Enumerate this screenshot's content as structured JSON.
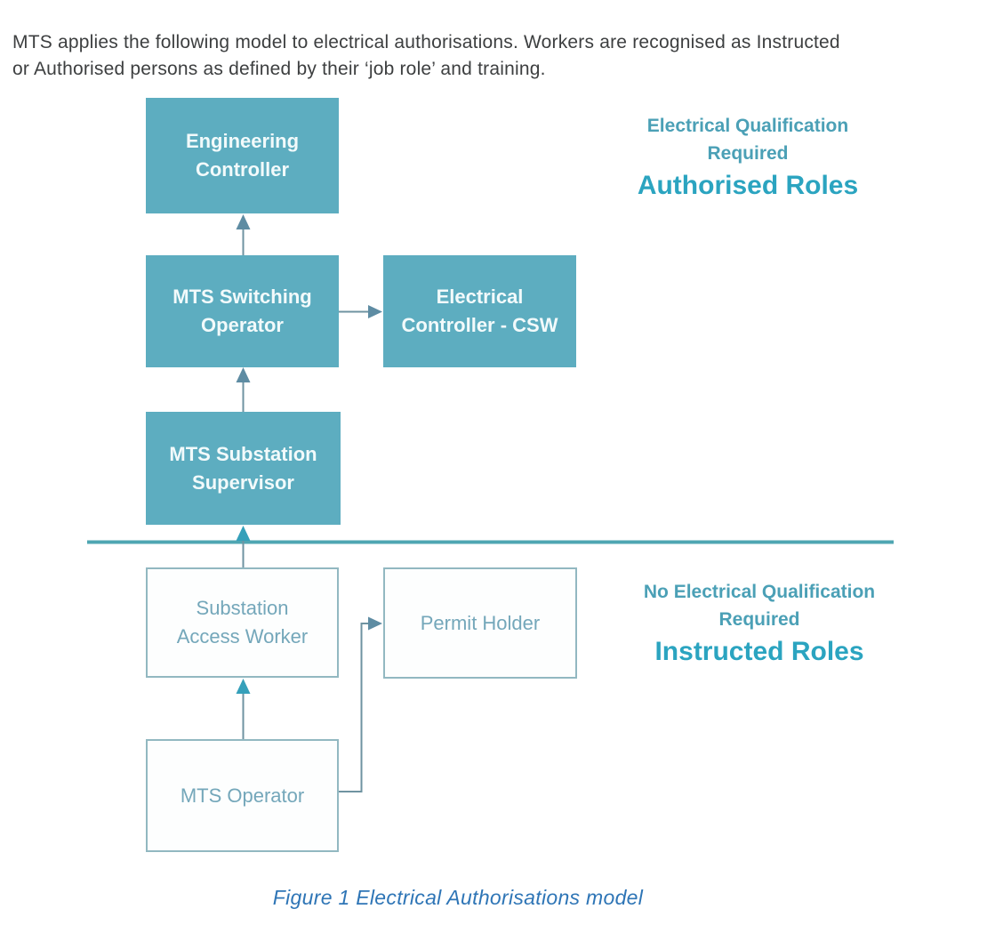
{
  "intro": {
    "line1": "MTS applies the following model to electrical authorisations. Workers are recognised as Instructed",
    "line2": "or Authorised persons as defined by their ‘job role’ and training."
  },
  "diagram": {
    "nodes": {
      "engineering_controller": {
        "style": "filled",
        "lines": [
          "Engineering",
          "Controller"
        ]
      },
      "mts_switching_operator": {
        "style": "filled",
        "lines": [
          "MTS Switching",
          "Operator"
        ]
      },
      "electrical_controller_csw": {
        "style": "filled",
        "lines": [
          "Electrical",
          "Controller - CSW"
        ]
      },
      "mts_substation_supervisor": {
        "style": "filled",
        "lines": [
          "MTS Substation",
          "Supervisor"
        ]
      },
      "substation_access_worker": {
        "style": "outline",
        "lines": [
          "Substation",
          "Access Worker"
        ]
      },
      "permit_holder": {
        "style": "outline",
        "lines": [
          "Permit Holder"
        ]
      },
      "mts_operator": {
        "style": "outline",
        "lines": [
          "MTS Operator"
        ]
      }
    },
    "edges": [
      {
        "from": "MTS Switching Operator",
        "to": "Engineering Controller"
      },
      {
        "from": "MTS Switching Operator",
        "to": "Electrical Controller - CSW"
      },
      {
        "from": "MTS Substation Supervisor",
        "to": "MTS Switching Operator"
      },
      {
        "from": "Substation Access Worker",
        "to": "MTS Substation Supervisor"
      },
      {
        "from": "MTS Operator",
        "to": "Substation Access Worker"
      },
      {
        "from": "MTS Operator",
        "to": "Permit Holder"
      }
    ],
    "labels": {
      "authorised": {
        "req_line1": "Electrical Qualification",
        "req_line2": "Required",
        "title": "Authorised Roles"
      },
      "instructed": {
        "req_line1": "No Electrical Qualification",
        "req_line2": "Required",
        "title": "Instructed Roles"
      }
    },
    "colors": {
      "box_fill": "#5dadc0",
      "box_text_filled": "#f2fafb",
      "outline_border": "#92b8c1",
      "outline_text": "#74a7ba",
      "label_small_teal": "#4ba0b6",
      "label_title_teal": "#2ba4c0",
      "divider": "#4fa6b2",
      "arrow_line": "#6f93a1",
      "arrow_head_steel": "#5e8ca3",
      "arrow_head_teal": "#35a0ba",
      "caption_blue": "#2e75b6",
      "intro_text": "#3d3f40"
    }
  },
  "caption": "Figure 1 Electrical Authorisations model"
}
